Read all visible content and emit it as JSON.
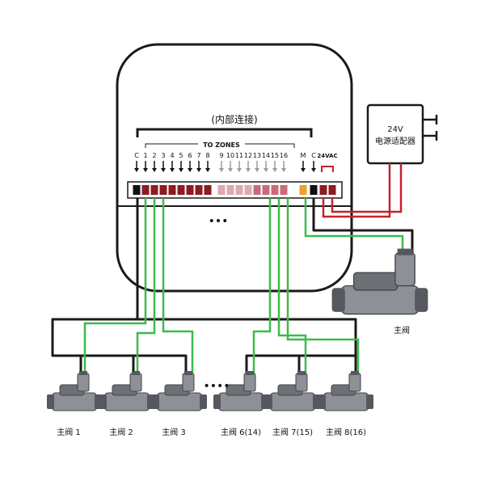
{
  "controller": {
    "title": "(内部连接)",
    "to_zones": "TO ZONES",
    "terminals": [
      "C",
      "1",
      "2",
      "3",
      "4",
      "5",
      "6",
      "7",
      "8",
      "9",
      "10",
      "11",
      "12",
      "13",
      "14",
      "15",
      "16",
      "M",
      "C",
      "24VAC"
    ],
    "more": "•••"
  },
  "adapter": {
    "voltage": "24V",
    "name": "电源适配器"
  },
  "master_valve_label": "主阀",
  "zone_valves": [
    {
      "label": "主阀  1"
    },
    {
      "label": "主阀  2"
    },
    {
      "label": "主阀  3"
    },
    {
      "label": "主阀  6(14)"
    },
    {
      "label": "主阀  7(15)"
    },
    {
      "label": "主阀  8(16)"
    }
  ],
  "valves_more": "••••",
  "colors": {
    "outline": "#1a1a1a",
    "green_wire": "#3dbb4a",
    "red_wire": "#c0242b",
    "dark_red": "#8c1c22",
    "pink": "#dcaab0",
    "orange": "#f0a029",
    "grey_arrow": "#9a9a9a",
    "valve_body": "#8d9096",
    "valve_dark": "#55585e"
  }
}
